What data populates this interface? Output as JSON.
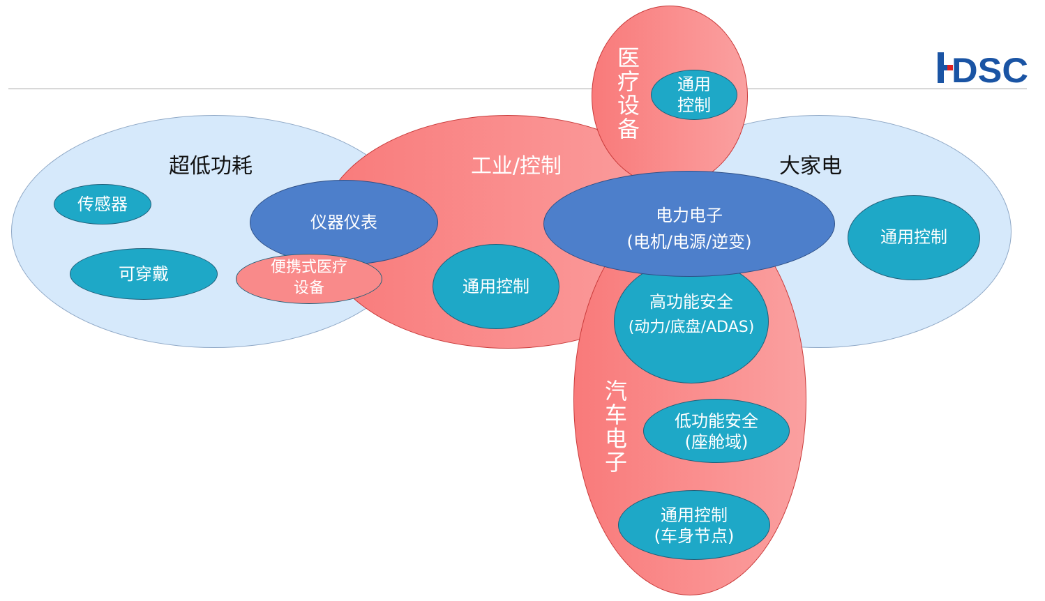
{
  "logo": {
    "text": "HDSC",
    "brand_color": "#1a54a4",
    "accent_color": "#e02020"
  },
  "colors": {
    "light_blue_fill": "#d6e9fb",
    "light_blue_stroke": "#8fa8c6",
    "red_fill": "#f98a8a",
    "red_stroke": "#c93a3a",
    "blue_fill": "#4d7fcb",
    "blue_stroke": "#2e4f86",
    "teal_fill": "#1ea8c7",
    "teal_stroke": "#1f5f79"
  },
  "groups": {
    "low_power": {
      "title": "超低功耗",
      "items": {
        "sensor": "传感器",
        "wearable": "可穿戴"
      }
    },
    "industrial": {
      "title": "工业/控制",
      "general": "通用控制"
    },
    "medical": {
      "title": "医疗设备",
      "general_line1": "通用",
      "general_line2": "控制"
    },
    "appliance": {
      "title": "大家电",
      "general": "通用控制"
    },
    "auto": {
      "title": "汽车电子",
      "high_safety_line1": "高功能安全",
      "high_safety_line2": "(动力/底盘/ADAS)",
      "low_safety_line1": "低功能安全",
      "low_safety_line2": "(座舱域)",
      "general_line1": "通用控制",
      "general_line2": "(车身节点)"
    }
  },
  "shared": {
    "instruments": "仪器仪表",
    "portable_medical_line1": "便携式医疗",
    "portable_medical_line2": "设备",
    "power_electronics_line1": "电力电子",
    "power_electronics_line2": "(电机/电源/逆变)"
  }
}
